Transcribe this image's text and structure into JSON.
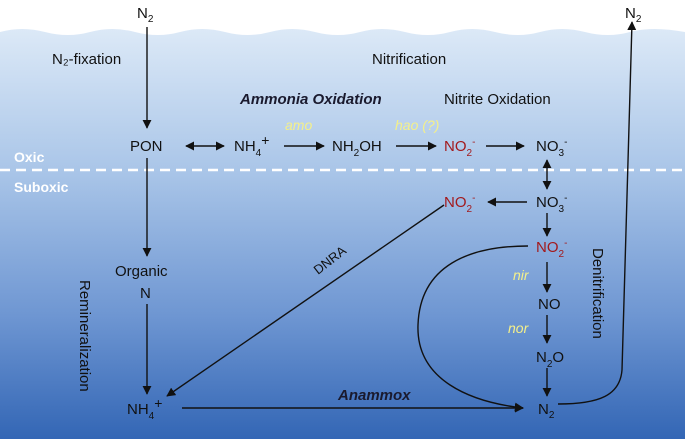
{
  "colors": {
    "water_top": "#dbe8f6",
    "water_mid": "#8fb1dd",
    "water_bottom": "#2f66b4",
    "nitrite_red": "#a3191c",
    "enzyme_yellow": "#f4f08a",
    "zone_text": "#ffffff"
  },
  "labels": {
    "n2_fixation": "N₂-fixation",
    "nitrification": "Nitrification",
    "ammonia_oxidation": "Ammonia Oxidation",
    "nitrite_oxidation": "Nitrite Oxidation",
    "oxic": "Oxic",
    "suboxic": "Suboxic",
    "dnra": "DNRA",
    "remineralization": "Remineralization",
    "denitrification": "Denitrification",
    "anammox": "Anammox",
    "organic": "Organic",
    "organic_n": "N"
  },
  "species": {
    "n2_top_left": {
      "base": "N",
      "sub": "2",
      "sup": ""
    },
    "n2_top_right": {
      "base": "N",
      "sub": "2",
      "sup": ""
    },
    "pon": {
      "base": "PON",
      "sub": "",
      "sup": ""
    },
    "nh4_top": {
      "base": "NH",
      "sub": "4",
      "sup": "+"
    },
    "nh2oh": {
      "base": "NH",
      "sub": "2",
      "tail": "OH"
    },
    "no2_top": {
      "base": "NO",
      "sub": "2",
      "sup": "-"
    },
    "no3_top": {
      "base": "NO",
      "sub": "3",
      "sup": "-"
    },
    "no2_left": {
      "base": "NO",
      "sub": "2",
      "sup": "-"
    },
    "no3_mid": {
      "base": "NO",
      "sub": "3",
      "sup": "-"
    },
    "no2_mid": {
      "base": "NO",
      "sub": "2",
      "sup": "-"
    },
    "no": {
      "base": "NO",
      "sub": "",
      "sup": ""
    },
    "n2o": {
      "base": "N",
      "sub": "2",
      "tail": "O"
    },
    "n2_bottom": {
      "base": "N",
      "sub": "2",
      "sup": ""
    },
    "nh4_bottom": {
      "base": "NH",
      "sub": "4",
      "sup": "+"
    }
  },
  "enzymes": {
    "amo": "amo",
    "hao": "hao (?)",
    "nir": "nir",
    "nor": "nor"
  }
}
